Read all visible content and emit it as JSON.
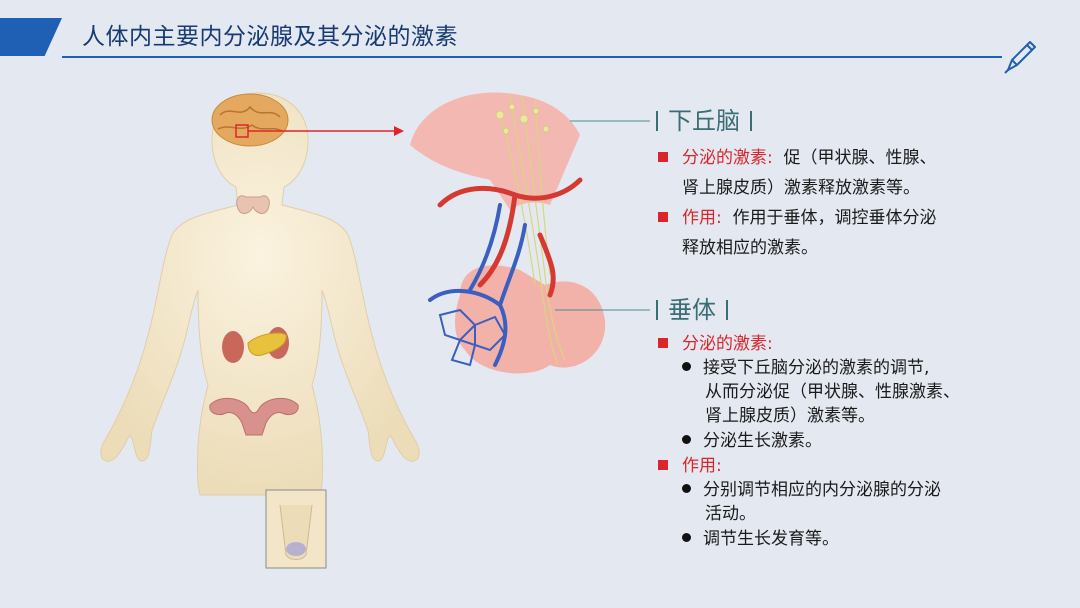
{
  "title": "人体内主要内分泌腺及其分泌的激素",
  "colors": {
    "accent": "#1f5fb4",
    "heading": "#3a6d74",
    "label_red": "#d9252b",
    "arrow": "#e0242a",
    "skin": "#f3e6c8"
  },
  "hypothalamus": {
    "heading": "下丘脑",
    "hormone_label": "分泌的激素:",
    "hormone_text_1": "促（甲状腺、性腺、",
    "hormone_text_2": "肾上腺皮质）激素释放激素等。",
    "function_label": "作用:",
    "function_text_1": "作用于垂体，调控垂体分泌",
    "function_text_2": "释放相应的激素。"
  },
  "pituitary": {
    "heading": "垂体",
    "hormone_label": "分泌的激素:",
    "hormone_item_1_line_1": "接受下丘脑分泌的激素的调节,",
    "hormone_item_1_line_2": "从而分泌促（甲状腺、性腺激素、",
    "hormone_item_1_line_3": "肾上腺皮质）激素等。",
    "hormone_item_2": "分泌生长激素。",
    "function_label": "作用:",
    "function_item_1_line_1": "分别调节相应的内分泌腺的分泌",
    "function_item_1_line_2": "活动。",
    "function_item_2": "调节生长发育等。"
  },
  "icons": {
    "pen": "pen-icon",
    "arrow": "right-arrow-icon"
  }
}
